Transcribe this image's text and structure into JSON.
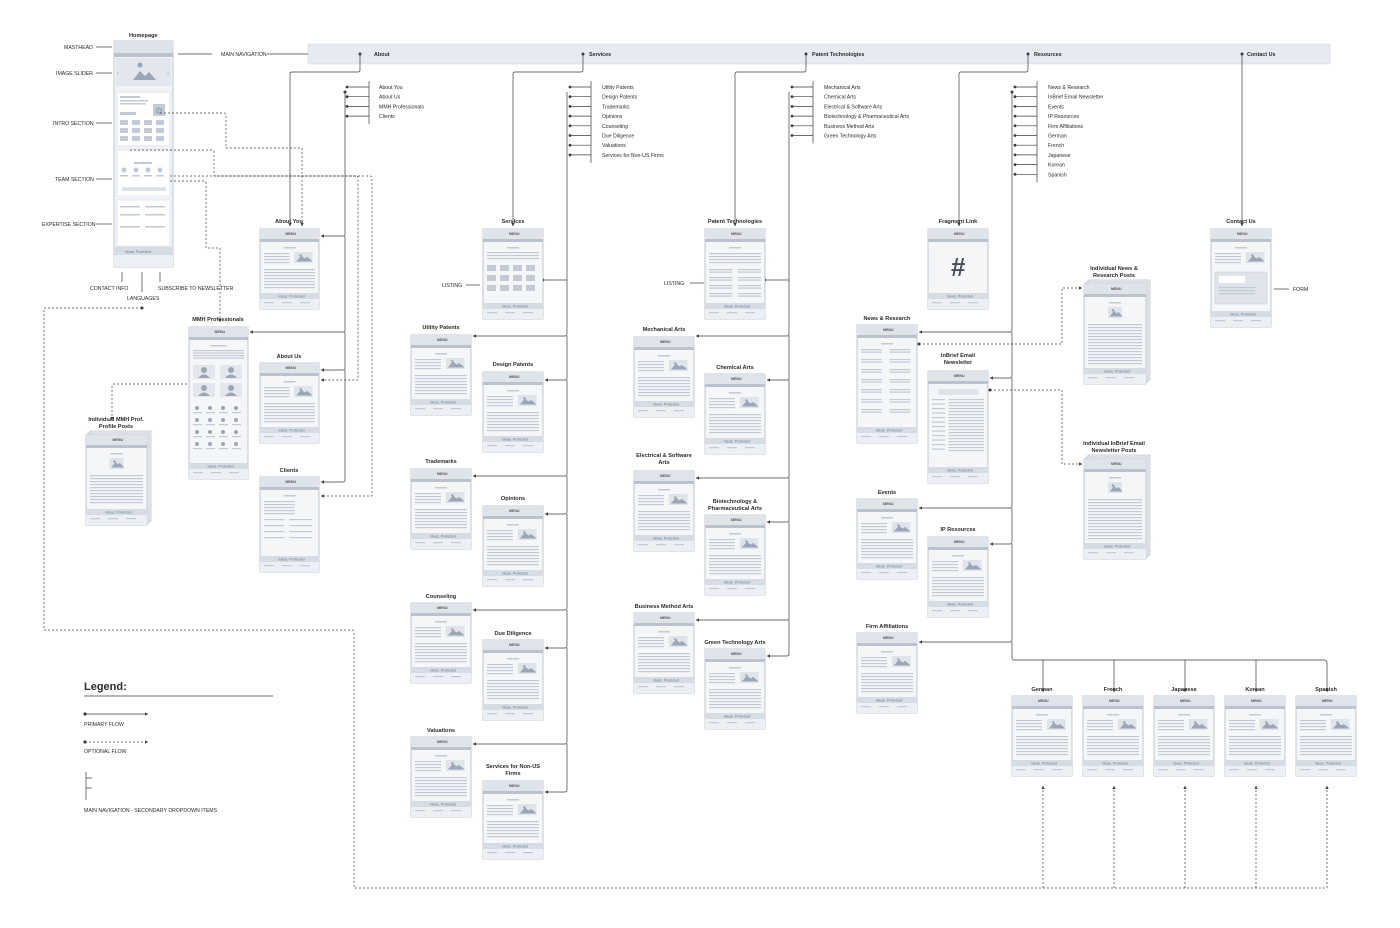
{
  "colors": {
    "frame_stroke": "#9aa6b5",
    "frame_fill": "#e9edf2",
    "bar": "#c2cad5",
    "nav_bar": "#e7ebf1",
    "line": "#3d3d3d"
  },
  "homepage": {
    "title": "Homepage",
    "sections": [
      "MASTHEAD",
      "IMAGE SLIDER",
      "INTRO SECTION",
      "TEAM SECTION",
      "EXPERTISE SECTION"
    ],
    "bottom": [
      "CONTACT INFO",
      "SUBSCRIBE TO NEWSLETTER",
      "LANGUAGES"
    ]
  },
  "main_navigation": {
    "label": "MAIN NAVIGATION",
    "items": [
      "About",
      "Services",
      "Patent Technologies",
      "Resources",
      "Contact Us"
    ]
  },
  "dropdowns": {
    "about": [
      "About You",
      "About Us",
      "MMH Professionals",
      "Clients"
    ],
    "services": [
      "Utility Patents",
      "Design Patents",
      "Trademarks",
      "Opinions",
      "Counseling",
      "Due Diligence",
      "Valuations",
      "Services for Non-US Firms"
    ],
    "patent": [
      "Mechanical Arts",
      "Chemical Arts",
      "Electrical & Software Arts",
      "Biotechnology & Pharmaceutical Arts",
      "Business Method Arts",
      "Green Technology Arts"
    ],
    "resources": [
      "News & Research",
      "InBrief Email Newsletter",
      "Events",
      "IP Resources",
      "Firm Affiliations",
      "German",
      "French",
      "Japanese",
      "Korean",
      "Spanish"
    ]
  },
  "side_labels": {
    "listing": "LISTING",
    "form": "FORM"
  },
  "icons": {
    "fragment": "#"
  },
  "page_strings": {
    "menu": "MENU",
    "footer": "Ideas. Protected"
  },
  "pages": [
    {
      "title": [
        "About You"
      ]
    },
    {
      "title": [
        "MMH Professionals"
      ]
    },
    {
      "title": [
        "Individual MMH Prof.",
        "Profile Posts"
      ]
    },
    {
      "title": [
        "About Us"
      ]
    },
    {
      "title": [
        "Clients"
      ]
    },
    {
      "title": [
        "Services"
      ]
    },
    {
      "title": [
        "Utility Patents"
      ]
    },
    {
      "title": [
        "Design Patents"
      ]
    },
    {
      "title": [
        "Trademarks"
      ]
    },
    {
      "title": [
        "Opinions"
      ]
    },
    {
      "title": [
        "Counseling"
      ]
    },
    {
      "title": [
        "Due Diligence"
      ]
    },
    {
      "title": [
        "Valuations"
      ]
    },
    {
      "title": [
        "Services for Non-US",
        "Firms"
      ]
    },
    {
      "title": [
        "Patent Technologies"
      ]
    },
    {
      "title": [
        "Mechanical Arts"
      ]
    },
    {
      "title": [
        "Chemical Arts"
      ]
    },
    {
      "title": [
        "Electrical & Software",
        "Arts"
      ]
    },
    {
      "title": [
        "Biotechnology &",
        "Pharmaceutical Arts"
      ]
    },
    {
      "title": [
        "Business Method Arts"
      ]
    },
    {
      "title": [
        "Green Technology Arts"
      ]
    },
    {
      "title": [
        "Fragment Link"
      ]
    },
    {
      "title": [
        "News & Research"
      ]
    },
    {
      "title": [
        "InBrief Email",
        "Newsletter"
      ]
    },
    {
      "title": [
        "Individual News &",
        "Research Posts"
      ]
    },
    {
      "title": [
        "Individual InBrief Email",
        "Newsletter Posts"
      ]
    },
    {
      "title": [
        "Events"
      ]
    },
    {
      "title": [
        "IP Resources"
      ]
    },
    {
      "title": [
        "Firm Affiliations"
      ]
    },
    {
      "title": [
        "Contact Us"
      ]
    },
    {
      "title": [
        "German"
      ]
    },
    {
      "title": [
        "French"
      ]
    },
    {
      "title": [
        "Japanese"
      ]
    },
    {
      "title": [
        "Korean"
      ]
    },
    {
      "title": [
        "Spanish"
      ]
    }
  ],
  "legend": {
    "title": "Legend:",
    "primary": "PRIMARY FLOW",
    "optional": "OPTIONAL FLOW",
    "secondary": "MAIN NAVIGATION - SECONDARY DROPDOWN ITEMS"
  }
}
